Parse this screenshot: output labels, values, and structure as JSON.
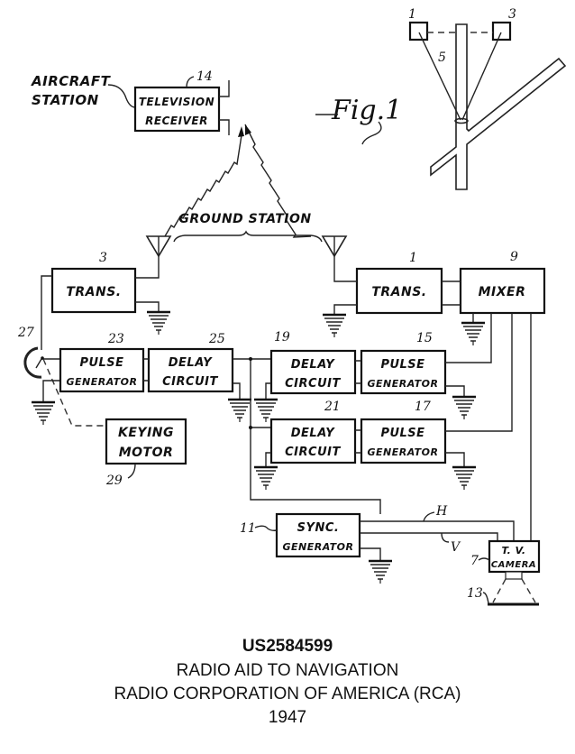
{
  "figure": {
    "figure_label": "Fig.1",
    "aircraft_station_label": [
      "AIRCRAFT",
      "STATION"
    ],
    "ground_station_label": "GROUND STATION",
    "blocks": [
      {
        "id": "tv-receiver",
        "ref": "14",
        "lines": [
          "TELEVISION",
          "RECEIVER"
        ]
      },
      {
        "id": "trans-3",
        "ref": "3",
        "lines": [
          "TRANS."
        ]
      },
      {
        "id": "trans-1",
        "ref": "1",
        "lines": [
          "TRANS."
        ]
      },
      {
        "id": "mixer",
        "ref": "9",
        "lines": [
          "MIXER"
        ]
      },
      {
        "id": "pulse-gen-23",
        "ref": "23",
        "lines": [
          "PULSE",
          "GENERATOR"
        ]
      },
      {
        "id": "delay-25",
        "ref": "25",
        "lines": [
          "DELAY",
          "CIRCUIT"
        ]
      },
      {
        "id": "delay-19",
        "ref": "19",
        "lines": [
          "DELAY",
          "CIRCUIT"
        ]
      },
      {
        "id": "pulse-gen-15",
        "ref": "15",
        "lines": [
          "PULSE",
          "GENERATOR"
        ]
      },
      {
        "id": "delay-21",
        "ref": "21",
        "lines": [
          "DELAY",
          "CIRCUIT"
        ]
      },
      {
        "id": "pulse-gen-17",
        "ref": "17",
        "lines": [
          "PULSE",
          "GENERATOR"
        ]
      },
      {
        "id": "keying-motor",
        "ref": "29",
        "lines": [
          "KEYING",
          "MOTOR"
        ]
      },
      {
        "id": "sync-gen",
        "ref": "11",
        "lines": [
          "SYNC.",
          "GENERATOR"
        ]
      },
      {
        "id": "tv-camera",
        "ref": "7",
        "lines": [
          "T. V.",
          "CAMERA"
        ]
      }
    ],
    "other_refs": {
      "switch": "27",
      "screen": "13",
      "horizontal_sync": "H",
      "vertical_sync": "V",
      "inset_transmitter_1": "1",
      "inset_transmitter_3": "3",
      "inset_runway_path": "5"
    }
  },
  "caption": {
    "patent_number": "US2584599",
    "title": "RADIO AID TO NAVIGATION",
    "assignee": "RADIO CORPORATION OF AMERICA (RCA)",
    "year": "1947"
  }
}
